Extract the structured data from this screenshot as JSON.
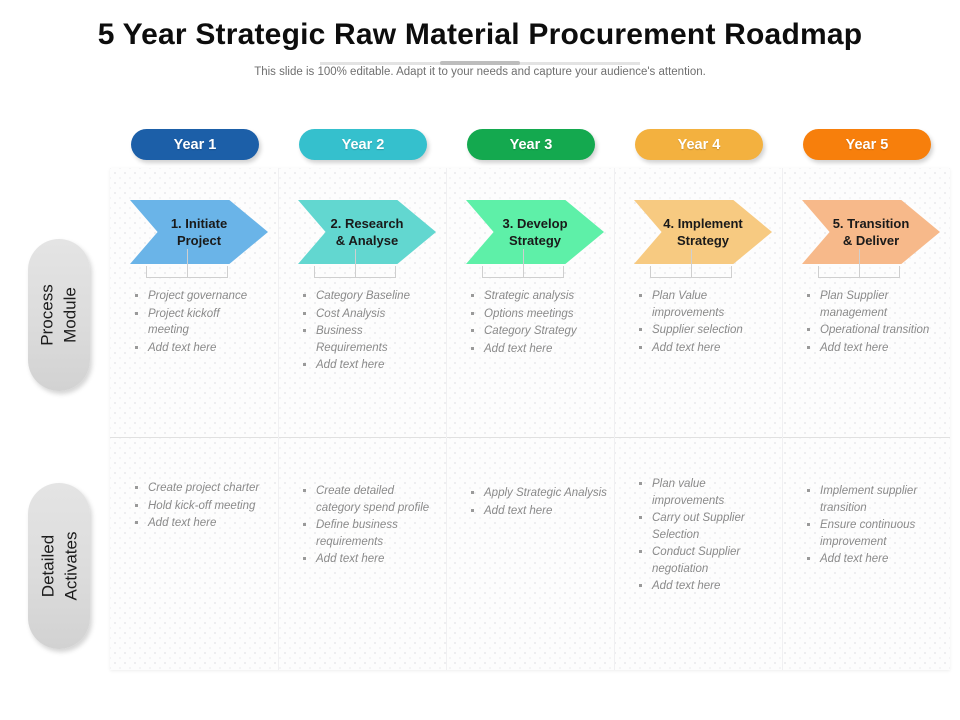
{
  "header": {
    "title": "5 Year Strategic Raw Material Procurement Roadmap",
    "subtitle": "This slide is 100% editable. Adapt it to your needs and capture your audience's attention."
  },
  "row_labels": [
    {
      "name": "process-module",
      "line1": "Process",
      "line2": "Module"
    },
    {
      "name": "detailed-activates",
      "line1": "Detailed",
      "line2": "Activates"
    }
  ],
  "colors": {
    "year1_pill": "#1c5fa8",
    "year2_pill": "#35c0cd",
    "year3_pill": "#14a94f",
    "year4_pill": "#f3b13f",
    "year5_pill": "#f77f0c",
    "arrow1": "#6ab4e8",
    "arrow2": "#62d7d0",
    "arrow3": "#5ef0a8",
    "arrow4": "#f7ca81",
    "arrow5": "#f7b98a",
    "capsule": "#dcdcdc",
    "bullet_text": "#8a8a8a"
  },
  "columns": [
    {
      "year_label": "Year 1",
      "step_number": "1.",
      "step_title": "Initiate\nProject",
      "process_module": [
        "Project governance",
        "Project kickoff meeting",
        "Add text here"
      ],
      "detailed_activates": [
        "Create project charter",
        "Hold kick-off meeting",
        "Add text here"
      ]
    },
    {
      "year_label": "Year 2",
      "step_number": "2.",
      "step_title": "Research\n& Analyse",
      "process_module": [
        "Category Baseline",
        "Cost Analysis",
        "Business Requirements",
        "Add text here"
      ],
      "detailed_activates": [
        "Create detailed category spend profile",
        "Define business requirements",
        "Add text here"
      ]
    },
    {
      "year_label": "Year 3",
      "step_number": "3.",
      "step_title": "Develop\nStrategy",
      "process_module": [
        "Strategic analysis",
        "Options meetings",
        "Category Strategy",
        "Add text here"
      ],
      "detailed_activates": [
        "Apply Strategic Analysis",
        "Add text here"
      ]
    },
    {
      "year_label": "Year 4",
      "step_number": "4.",
      "step_title": "Implement\nStrategy",
      "process_module": [
        "Plan Value improvements",
        "Supplier selection",
        "Add text here"
      ],
      "detailed_activates": [
        "Plan value improvements",
        "Carry out Supplier Selection",
        "Conduct Supplier negotiation",
        "Add text here"
      ]
    },
    {
      "year_label": "Year 5",
      "step_number": "5.",
      "step_title": "Transition\n& Deliver",
      "process_module": [
        "Plan Supplier management",
        "Operational transition",
        "Add text here"
      ],
      "detailed_activates": [
        "Implement supplier transition",
        "Ensure continuous improvement",
        "Add text here"
      ]
    }
  ]
}
